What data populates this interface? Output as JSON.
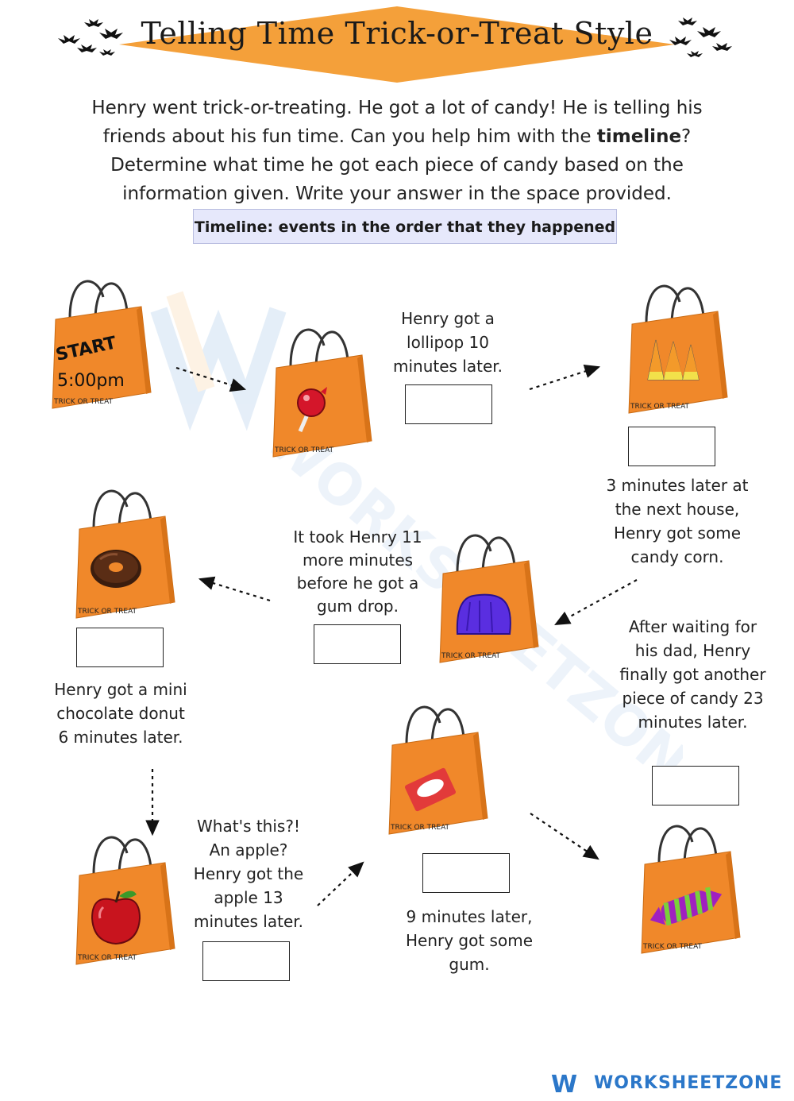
{
  "title": "Telling Time Trick-or-Treat Style",
  "intro": {
    "part1": "Henry went trick-or-treating. He got a lot of candy! He is telling his friends about his fun time. Can you help him with the",
    "bold_word": "timeline",
    "part2": "? Determine what time he got each piece of candy based on the information given. Write your answer in the space provided."
  },
  "timeline_definition": "Timeline: events in the order that they happened",
  "bag_label": "TRICK OR TREAT",
  "start": {
    "label": "START",
    "time": "5:00pm"
  },
  "clues": {
    "lollipop": "Henry got a lollipop 10 minutes later.",
    "candy_corn": "3 minutes later at the next house, Henry got some candy corn.",
    "gum_drop": "It took Henry 11 more minutes before he got a gum drop.",
    "donut": "Henry got a mini chocolate donut 6 minutes later.",
    "apple": "What's this?! An apple? Henry got the apple 13 minutes later.",
    "gum": "9 minutes later, Henry got some gum.",
    "final": "After waiting for his dad, Henry finally got another piece of candy 23 minutes later."
  },
  "footer": {
    "brand": "WORKSHEETZONE",
    "mark": "W"
  },
  "colors": {
    "banner": "#f4a03a",
    "bag": "#f0882a",
    "accent": "#2b77c9"
  }
}
